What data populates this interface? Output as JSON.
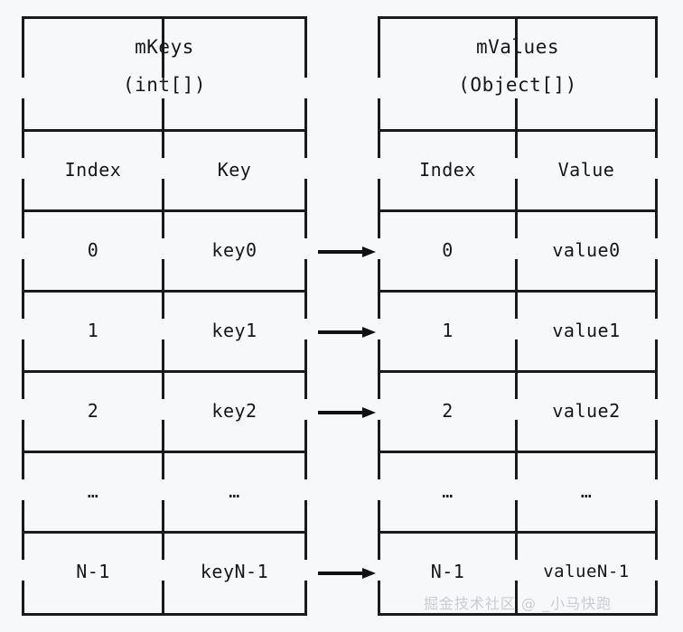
{
  "diagram": {
    "type": "ascii-art-table-pair",
    "background_color": "#f7f8fa",
    "line_color": "#1a1a1a",
    "text_color": "#15171a",
    "watermark_color": "#c9ccd1"
  },
  "left_table": {
    "name": "mKeys",
    "title_line1": "mKeys",
    "title_line2": "(int[])",
    "columns": [
      "Index",
      "Key"
    ],
    "rows": [
      {
        "index": "0",
        "key": "key0"
      },
      {
        "index": "1",
        "key": "key1"
      },
      {
        "index": "2",
        "key": "key2"
      },
      {
        "index": "…",
        "key": "…"
      },
      {
        "index": "N-1",
        "key": "keyN-1"
      }
    ]
  },
  "right_table": {
    "name": "mValues",
    "title_line1": "mValues",
    "title_line2": "(Object[])",
    "columns": [
      "Index",
      "Value"
    ],
    "rows": [
      {
        "index": "0",
        "value": "value0"
      },
      {
        "index": "1",
        "value": "value1"
      },
      {
        "index": "2",
        "value": "value2"
      },
      {
        "index": "…",
        "value": "…"
      },
      {
        "index": "N-1",
        "value": "valueN-1"
      }
    ]
  },
  "connectors": [
    {
      "from_row": 0,
      "to_row": 0,
      "glyph": "→"
    },
    {
      "from_row": 1,
      "to_row": 1,
      "glyph": "→"
    },
    {
      "from_row": 2,
      "to_row": 2,
      "glyph": "→"
    },
    {
      "from_row": 4,
      "to_row": 4,
      "glyph": "→"
    }
  ],
  "watermark": {
    "text": "掘金技术社区 @ _小马快跑"
  }
}
